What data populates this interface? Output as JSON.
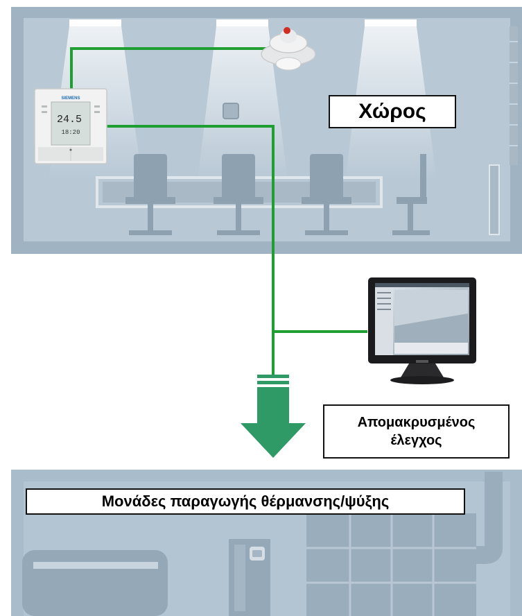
{
  "room": {
    "label": "Χώρος"
  },
  "remote": {
    "line1": "Απομακρυσμένος",
    "line2": "έλεγχος"
  },
  "plant": {
    "label": "Μονάδες παραγωγής θέρμανσης/ψύξης"
  },
  "thermostat": {
    "brand": "SIEMENS",
    "temperature": "24.5",
    "setpoint": "18:20"
  },
  "colors": {
    "room_bg": "#9fb3c3",
    "room_inner": "#b9c9d6",
    "wire": "#1f9e32",
    "arrow": "#2f9a66",
    "plant_bg": "#a9bccb"
  }
}
